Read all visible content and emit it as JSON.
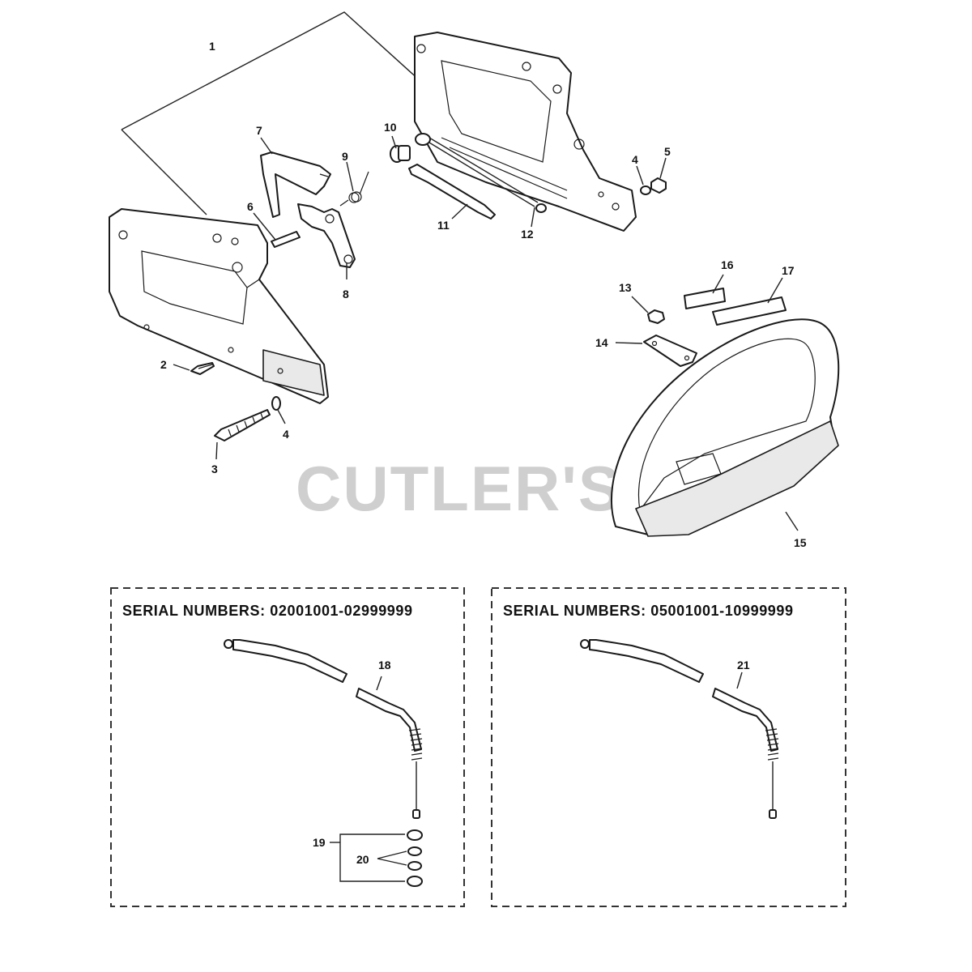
{
  "watermark": "CUTLER'S",
  "callouts": {
    "c1": "1",
    "c2": "2",
    "c3": "3",
    "c4a": "4",
    "c4b": "4",
    "c5": "5",
    "c6": "6",
    "c7": "7",
    "c8": "8",
    "c9": "9",
    "c10": "10",
    "c11": "11",
    "c12": "12",
    "c13": "13",
    "c14": "14",
    "c15": "15",
    "c16": "16",
    "c17": "17",
    "c18": "18",
    "c19": "19",
    "c20": "20",
    "c21": "21"
  },
  "boxes": {
    "left_title": "SERIAL NUMBERS: 02001001-02999999",
    "right_title": "SERIAL NUMBERS: 05001001-10999999"
  }
}
